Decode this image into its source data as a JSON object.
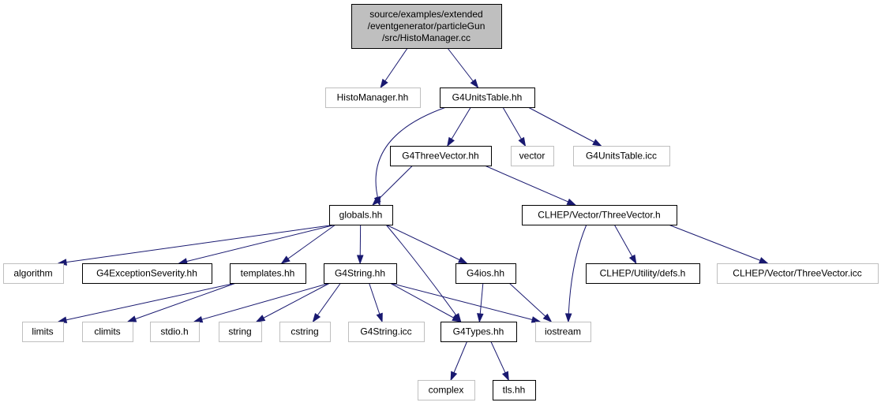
{
  "graph": {
    "colors": {
      "edge": "#191970",
      "root_fill": "#bfbfbf",
      "node_border": "#000000",
      "external_border": "#bfbfbf",
      "background": "#ffffff"
    },
    "nodes": [
      {
        "id": "root",
        "kind": "root",
        "lines": [
          "source/examples/extended",
          "/eventgenerator/particleGun",
          "/src/HistoManager.cc"
        ]
      },
      {
        "id": "histomanager",
        "kind": "external",
        "lines": [
          "HistoManager.hh"
        ]
      },
      {
        "id": "g4unitstable",
        "kind": "normal",
        "lines": [
          "G4UnitsTable.hh"
        ]
      },
      {
        "id": "g4threevector",
        "kind": "normal",
        "lines": [
          "G4ThreeVector.hh"
        ]
      },
      {
        "id": "vector",
        "kind": "external",
        "lines": [
          "vector"
        ]
      },
      {
        "id": "g4unitstable-icc",
        "kind": "external",
        "lines": [
          "G4UnitsTable.icc"
        ]
      },
      {
        "id": "globals",
        "kind": "normal",
        "lines": [
          "globals.hh"
        ]
      },
      {
        "id": "clhep-threevector",
        "kind": "normal",
        "lines": [
          "CLHEP/Vector/ThreeVector.h"
        ]
      },
      {
        "id": "algorithm",
        "kind": "external",
        "lines": [
          "algorithm"
        ]
      },
      {
        "id": "g4exceptionseverity",
        "kind": "normal",
        "lines": [
          "G4ExceptionSeverity.hh"
        ]
      },
      {
        "id": "templates",
        "kind": "normal",
        "lines": [
          "templates.hh"
        ]
      },
      {
        "id": "g4string",
        "kind": "normal",
        "lines": [
          "G4String.hh"
        ]
      },
      {
        "id": "g4ios",
        "kind": "normal",
        "lines": [
          "G4ios.hh"
        ]
      },
      {
        "id": "clhep-defs",
        "kind": "normal",
        "lines": [
          "CLHEP/Utility/defs.h"
        ]
      },
      {
        "id": "clhep-threevector-icc",
        "kind": "external",
        "lines": [
          "CLHEP/Vector/ThreeVector.icc"
        ]
      },
      {
        "id": "limits",
        "kind": "external",
        "lines": [
          "limits"
        ]
      },
      {
        "id": "climits",
        "kind": "external",
        "lines": [
          "climits"
        ]
      },
      {
        "id": "stdio",
        "kind": "external",
        "lines": [
          "stdio.h"
        ]
      },
      {
        "id": "string",
        "kind": "external",
        "lines": [
          "string"
        ]
      },
      {
        "id": "cstring",
        "kind": "external",
        "lines": [
          "cstring"
        ]
      },
      {
        "id": "g4string-icc",
        "kind": "external",
        "lines": [
          "G4String.icc"
        ]
      },
      {
        "id": "g4types",
        "kind": "normal",
        "lines": [
          "G4Types.hh"
        ]
      },
      {
        "id": "iostream",
        "kind": "external",
        "lines": [
          "iostream"
        ]
      },
      {
        "id": "complex",
        "kind": "external",
        "lines": [
          "complex"
        ]
      },
      {
        "id": "tls",
        "kind": "normal",
        "lines": [
          "tls.hh"
        ]
      }
    ],
    "edges": [
      [
        "root",
        "histomanager"
      ],
      [
        "root",
        "g4unitstable"
      ],
      [
        "g4unitstable",
        "globals"
      ],
      [
        "g4unitstable",
        "g4threevector"
      ],
      [
        "g4unitstable",
        "vector"
      ],
      [
        "g4unitstable",
        "g4unitstable-icc"
      ],
      [
        "g4threevector",
        "globals"
      ],
      [
        "g4threevector",
        "clhep-threevector"
      ],
      [
        "globals",
        "algorithm"
      ],
      [
        "globals",
        "g4exceptionseverity"
      ],
      [
        "globals",
        "templates"
      ],
      [
        "globals",
        "g4string"
      ],
      [
        "globals",
        "g4ios"
      ],
      [
        "globals",
        "g4types"
      ],
      [
        "clhep-threevector",
        "iostream"
      ],
      [
        "clhep-threevector",
        "clhep-defs"
      ],
      [
        "clhep-threevector",
        "clhep-threevector-icc"
      ],
      [
        "templates",
        "limits"
      ],
      [
        "templates",
        "climits"
      ],
      [
        "g4string",
        "stdio"
      ],
      [
        "g4string",
        "string"
      ],
      [
        "g4string",
        "cstring"
      ],
      [
        "g4string",
        "g4string-icc"
      ],
      [
        "g4string",
        "g4types"
      ],
      [
        "g4string",
        "iostream"
      ],
      [
        "g4ios",
        "g4types"
      ],
      [
        "g4ios",
        "iostream"
      ],
      [
        "g4types",
        "complex"
      ],
      [
        "g4types",
        "tls"
      ]
    ]
  }
}
